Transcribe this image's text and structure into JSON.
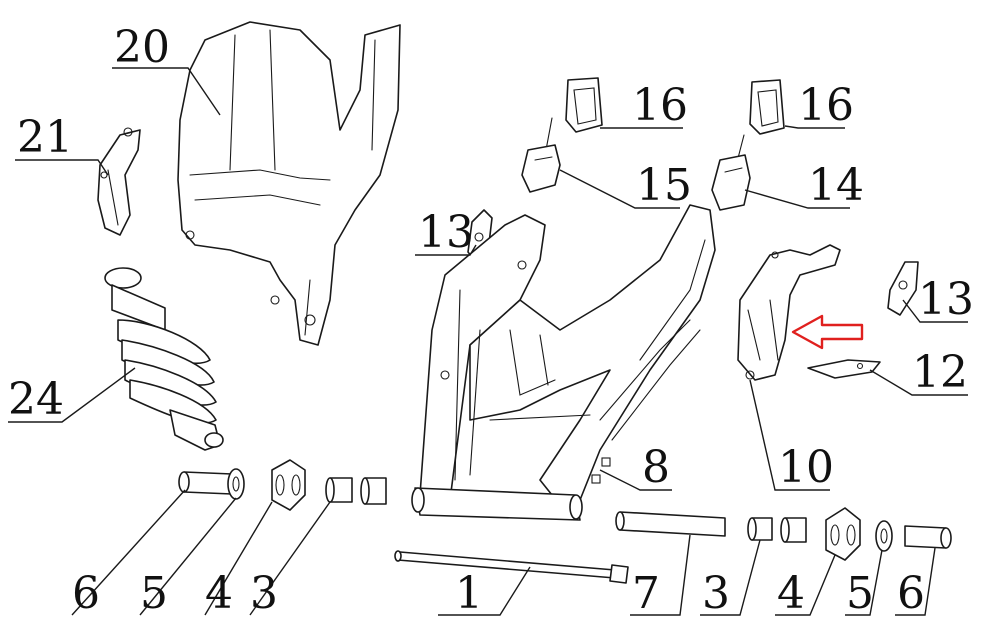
{
  "callouts": [
    {
      "id": "c20",
      "text": "20"
    },
    {
      "id": "c21",
      "text": "21"
    },
    {
      "id": "c24",
      "text": "24"
    },
    {
      "id": "c16a",
      "text": "16"
    },
    {
      "id": "c16b",
      "text": "16"
    },
    {
      "id": "c15",
      "text": "15"
    },
    {
      "id": "c14",
      "text": "14"
    },
    {
      "id": "c13a",
      "text": "13"
    },
    {
      "id": "c13b",
      "text": "13"
    },
    {
      "id": "c12",
      "text": "12"
    },
    {
      "id": "c10",
      "text": "10"
    },
    {
      "id": "c8",
      "text": "8"
    },
    {
      "id": "c6a",
      "text": "6"
    },
    {
      "id": "c5a",
      "text": "5"
    },
    {
      "id": "c4a",
      "text": "4"
    },
    {
      "id": "c3a",
      "text": "3"
    },
    {
      "id": "c1",
      "text": "1"
    },
    {
      "id": "c7",
      "text": "7"
    },
    {
      "id": "c3b",
      "text": "3"
    },
    {
      "id": "c4b",
      "text": "4"
    },
    {
      "id": "c5b",
      "text": "5"
    },
    {
      "id": "c6b",
      "text": "6"
    }
  ],
  "highlight": {
    "color": "#e0201e",
    "icon": "right-pointing-arrow"
  },
  "line_color": "#1a1a1a"
}
